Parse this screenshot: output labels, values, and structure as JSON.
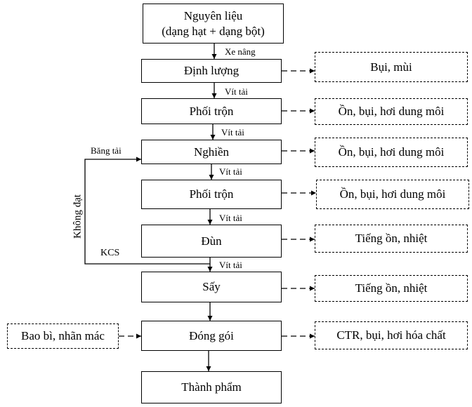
{
  "steps": {
    "raw": {
      "line1": "Nguyên liệu",
      "line2": "(dạng hạt + dạng bột)"
    },
    "dinh_luong": "Định lượng",
    "phoi_tron_1": "Phối trộn",
    "nghien": "Nghiền",
    "phoi_tron_2": "Phối trộn",
    "dun": "Đùn",
    "say": "Sấy",
    "dong_goi": "Đóng gói",
    "thanh_pham": "Thành phẩm"
  },
  "transport": {
    "xe_nang": "Xe nâng",
    "vit_tai_1": "Vít tải",
    "vit_tai_2": "Vít tải",
    "vit_tai_3": "Vít tải",
    "vit_tai_4": "Vít tải",
    "vit_tai_5": "Vít tải",
    "bang_tai": "Băng tải"
  },
  "emissions": {
    "dinh_luong": "Bụi, mùi",
    "phoi_tron_1": "Ồn, bụi, hơi dung môi",
    "nghien": "Ồn, bụi, hơi dung môi",
    "phoi_tron_2": "Ồn, bụi, hơi dung môi",
    "dun": "Tiếng ồn, nhiệt",
    "say": "Tiếng ồn, nhiệt",
    "dong_goi": "CTR, bụi, hơi hóa chất"
  },
  "inputs": {
    "bao_bi": "Bao bì, nhãn mác"
  },
  "loop": {
    "kcs": "KCS",
    "khong_dat": "Không đạt"
  }
}
